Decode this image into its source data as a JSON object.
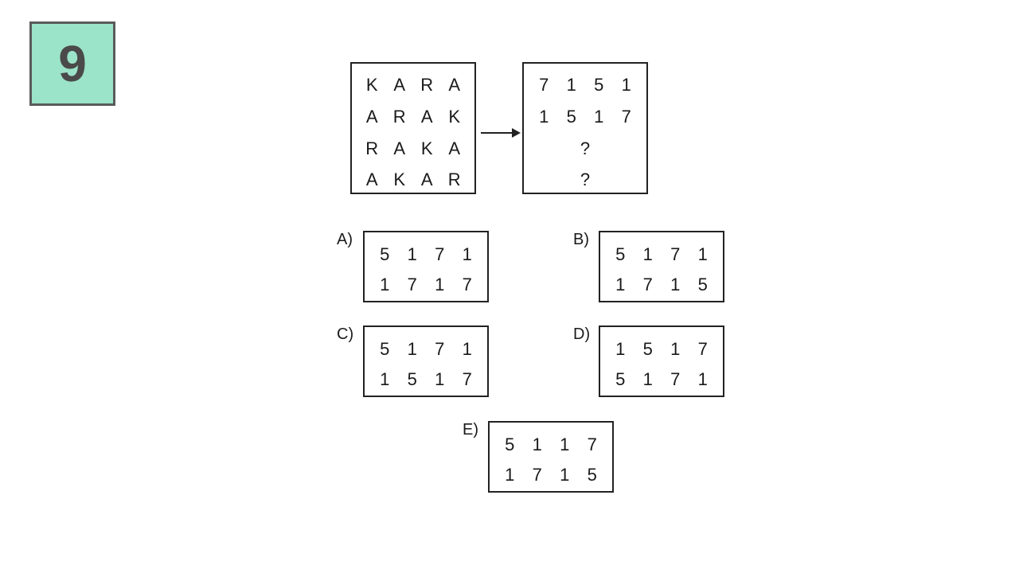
{
  "question_number": "9",
  "source_grid": {
    "rows": [
      [
        "K",
        "A",
        "R",
        "A"
      ],
      [
        "A",
        "R",
        "A",
        "K"
      ],
      [
        "R",
        "A",
        "K",
        "A"
      ],
      [
        "A",
        "K",
        "A",
        "R"
      ]
    ]
  },
  "target_grid": {
    "rows": [
      [
        "7",
        "1",
        "5",
        "1"
      ],
      [
        "1",
        "5",
        "1",
        "7"
      ]
    ],
    "unknown_rows": [
      "?",
      "?"
    ]
  },
  "options": [
    {
      "label": "A)",
      "rows": [
        [
          "5",
          "1",
          "7",
          "1"
        ],
        [
          "1",
          "7",
          "1",
          "7"
        ]
      ]
    },
    {
      "label": "B)",
      "rows": [
        [
          "5",
          "1",
          "7",
          "1"
        ],
        [
          "1",
          "7",
          "1",
          "5"
        ]
      ]
    },
    {
      "label": "C)",
      "rows": [
        [
          "5",
          "1",
          "7",
          "1"
        ],
        [
          "1",
          "5",
          "1",
          "7"
        ]
      ]
    },
    {
      "label": "D)",
      "rows": [
        [
          "1",
          "5",
          "1",
          "7"
        ],
        [
          "5",
          "1",
          "7",
          "1"
        ]
      ]
    },
    {
      "label": "E)",
      "rows": [
        [
          "5",
          "1",
          "1",
          "7"
        ],
        [
          "1",
          "7",
          "1",
          "5"
        ]
      ]
    }
  ]
}
